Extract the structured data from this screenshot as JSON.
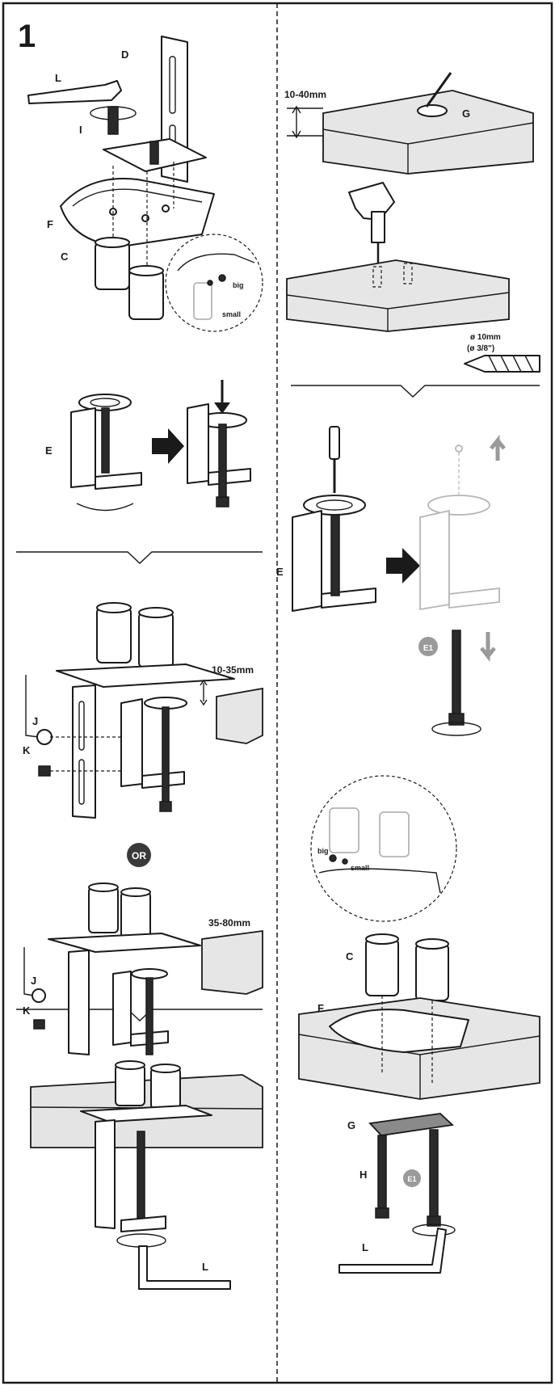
{
  "step_number": "1",
  "part_labels": {
    "L": "L",
    "I": "I",
    "D": "D",
    "F": "F",
    "C": "C",
    "E": "E",
    "J": "J",
    "K": "K",
    "G": "G",
    "H": "H",
    "E1": "E1"
  },
  "detail_labels": {
    "big": "big",
    "small": "small"
  },
  "dimensions": {
    "desk_thickness_grommet": "10-40mm",
    "clamp_range_short": "10-35mm",
    "clamp_range_long": "35-80mm",
    "drill_diameter_metric": "ø 10mm",
    "drill_diameter_imperial": "(ø 3/8\")"
  },
  "or_badge": "OR",
  "colors": {
    "ink": "#1a1a1a",
    "paper": "#ffffff",
    "ghost": "#b5b5b5",
    "badge": "#3a3a3a"
  }
}
